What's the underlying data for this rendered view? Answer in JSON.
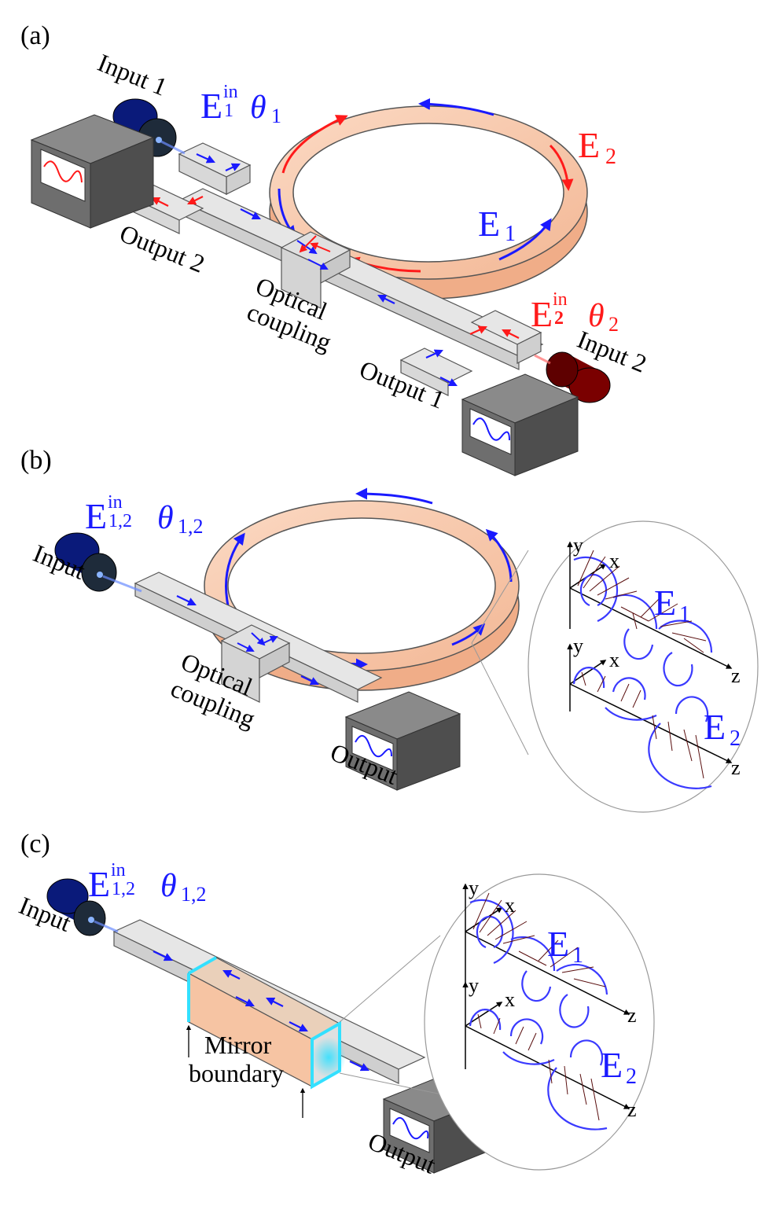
{
  "colors": {
    "blue": "#1a1aff",
    "red": "#ff1a1a",
    "ring": "#f6c4a3",
    "waveguide": "#dcdcdc",
    "device": "#5a5a5a",
    "laser_blue": "#0a1a7a",
    "laser_red": "#7a0000",
    "mirror": "#33e0ff",
    "spiral": "#5a0f0f"
  },
  "panel_a": {
    "label": "(a)",
    "input1": "Input 1",
    "input2": "Input 2",
    "output1": "Output 1",
    "output2": "Output 2",
    "coupling_line1": "Optical",
    "coupling_line2": "coupling",
    "e1in_base": "E",
    "e1in_sub": "1",
    "e1in_sup": "in",
    "theta1_base": "θ",
    "theta1_sub": "1",
    "e2in_base": "E",
    "e2in_sub": "2",
    "e2in_sup": "in",
    "theta2_base": "θ",
    "theta2_sub": "2",
    "e1_base": "E",
    "e1_sub": "1",
    "e2_base": "E",
    "e2_sub": "2"
  },
  "panel_b": {
    "label": "(b)",
    "input": "Input",
    "output": "Output",
    "coupling_line1": "Optical",
    "coupling_line2": "coupling",
    "ein_base": "E",
    "ein_sub": "1,2",
    "ein_sup": "in",
    "theta_base": "θ",
    "theta_sub": "1,2",
    "inset": {
      "y": "y",
      "x": "x",
      "z": "z",
      "e1_base": "E",
      "e1_sub": "1",
      "e2_base": "E",
      "e2_sub": "2"
    }
  },
  "panel_c": {
    "label": "(c)",
    "input": "Input",
    "output": "Output",
    "mirror_line1": "Mirror",
    "mirror_line2": "boundary",
    "ein_base": "E",
    "ein_sub": "1,2",
    "ein_sup": "in",
    "theta_base": "θ",
    "theta_sub": "1,2",
    "inset": {
      "y": "y",
      "x": "x",
      "z": "z",
      "e1_base": "E",
      "e1_sub": "1",
      "e2_base": "E",
      "e2_sub": "2"
    }
  }
}
